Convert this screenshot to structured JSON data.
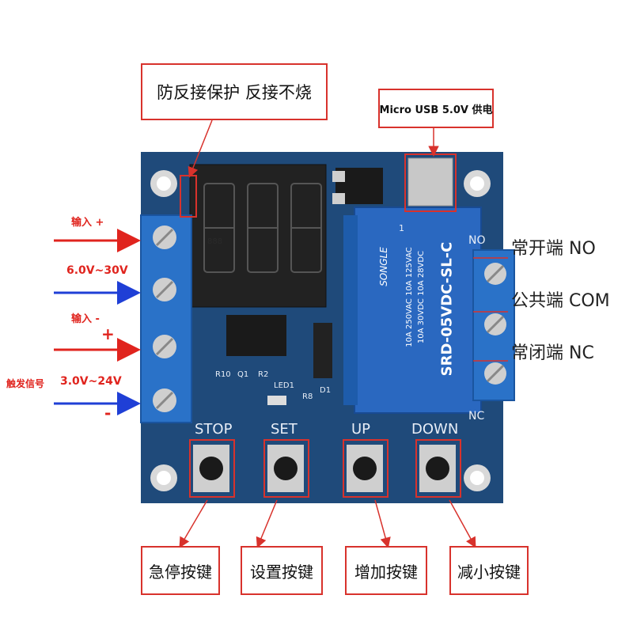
{
  "callouts": {
    "protection": "防反接保护  反接不烧",
    "usb": "Micro USB 5.0V 供电",
    "btn_stop": "急停按键",
    "btn_set": "设置按键",
    "btn_up": "增加按键",
    "btn_down": "减小按键"
  },
  "left_labels": {
    "in_pos": "输入 +",
    "in_range": "6.0V~30V",
    "in_neg": "输入 -",
    "trig_plus": "+",
    "trig_label": "触发信号",
    "trig_range": "3.0V~24V",
    "trig_minus": "-"
  },
  "right_labels": {
    "no": "常开端 NO",
    "com": "公共端 COM",
    "nc": "常闭端 NC"
  },
  "board": {
    "display": "888",
    "buttons": [
      "STOP",
      "SET",
      "UP",
      "DOWN"
    ],
    "relay_model": "SRD-05VDC-SL-C",
    "relay_brand": "SONGLE",
    "relay_spec1": "10A 250VAC 10A 125VAC",
    "relay_spec2": "10A 30VDC 10A 28VDC",
    "silk": [
      "R10",
      "Q1",
      "R2",
      "LED1",
      "R8",
      "D1",
      "NO",
      "NC"
    ],
    "relay_pin": "1"
  },
  "colors": {
    "pcb": "#1f4a7a",
    "terminal": "#2a72c8",
    "callout_border": "#d8322c",
    "red_arrow": "#e0241e",
    "blue_arrow": "#1f3fd6"
  }
}
